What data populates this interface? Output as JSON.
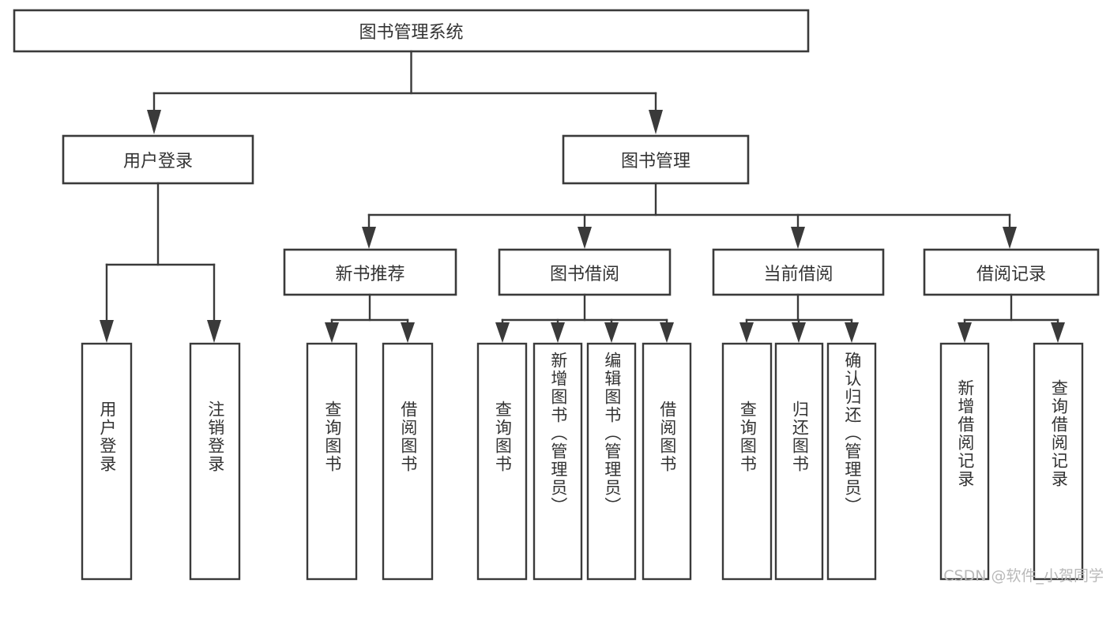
{
  "diagram": {
    "title": "图书管理系统",
    "watermark": "CSDN @软件_小贺同学",
    "root": {
      "label": "图书管理系统"
    },
    "level2": [
      {
        "label": "用户登录"
      },
      {
        "label": "图书管理"
      }
    ],
    "level3": [
      {
        "label": "新书推荐"
      },
      {
        "label": "图书借阅"
      },
      {
        "label": "当前借阅"
      },
      {
        "label": "借阅记录"
      }
    ],
    "leaves": {
      "user_login": [
        {
          "label": "用户登录"
        },
        {
          "label": "注销登录"
        }
      ],
      "new_book_recommend": [
        {
          "label": "查询图书"
        },
        {
          "label": "借阅图书"
        }
      ],
      "book_borrow": [
        {
          "label": "查询图书"
        },
        {
          "label": "新增图书（管理员）"
        },
        {
          "label": "编辑图书（管理员）"
        },
        {
          "label": "借阅图书"
        }
      ],
      "current_borrow": [
        {
          "label": "查询图书"
        },
        {
          "label": "归还图书"
        },
        {
          "label": "确认归还（管理员）"
        }
      ],
      "borrow_record": [
        {
          "label": "新增借阅记录"
        },
        {
          "label": "查询借阅记录"
        }
      ]
    },
    "colors": {
      "stroke": "#3a3a3a",
      "text": "#333333",
      "background": "#ffffff",
      "watermark": "#b9b9b9"
    }
  }
}
